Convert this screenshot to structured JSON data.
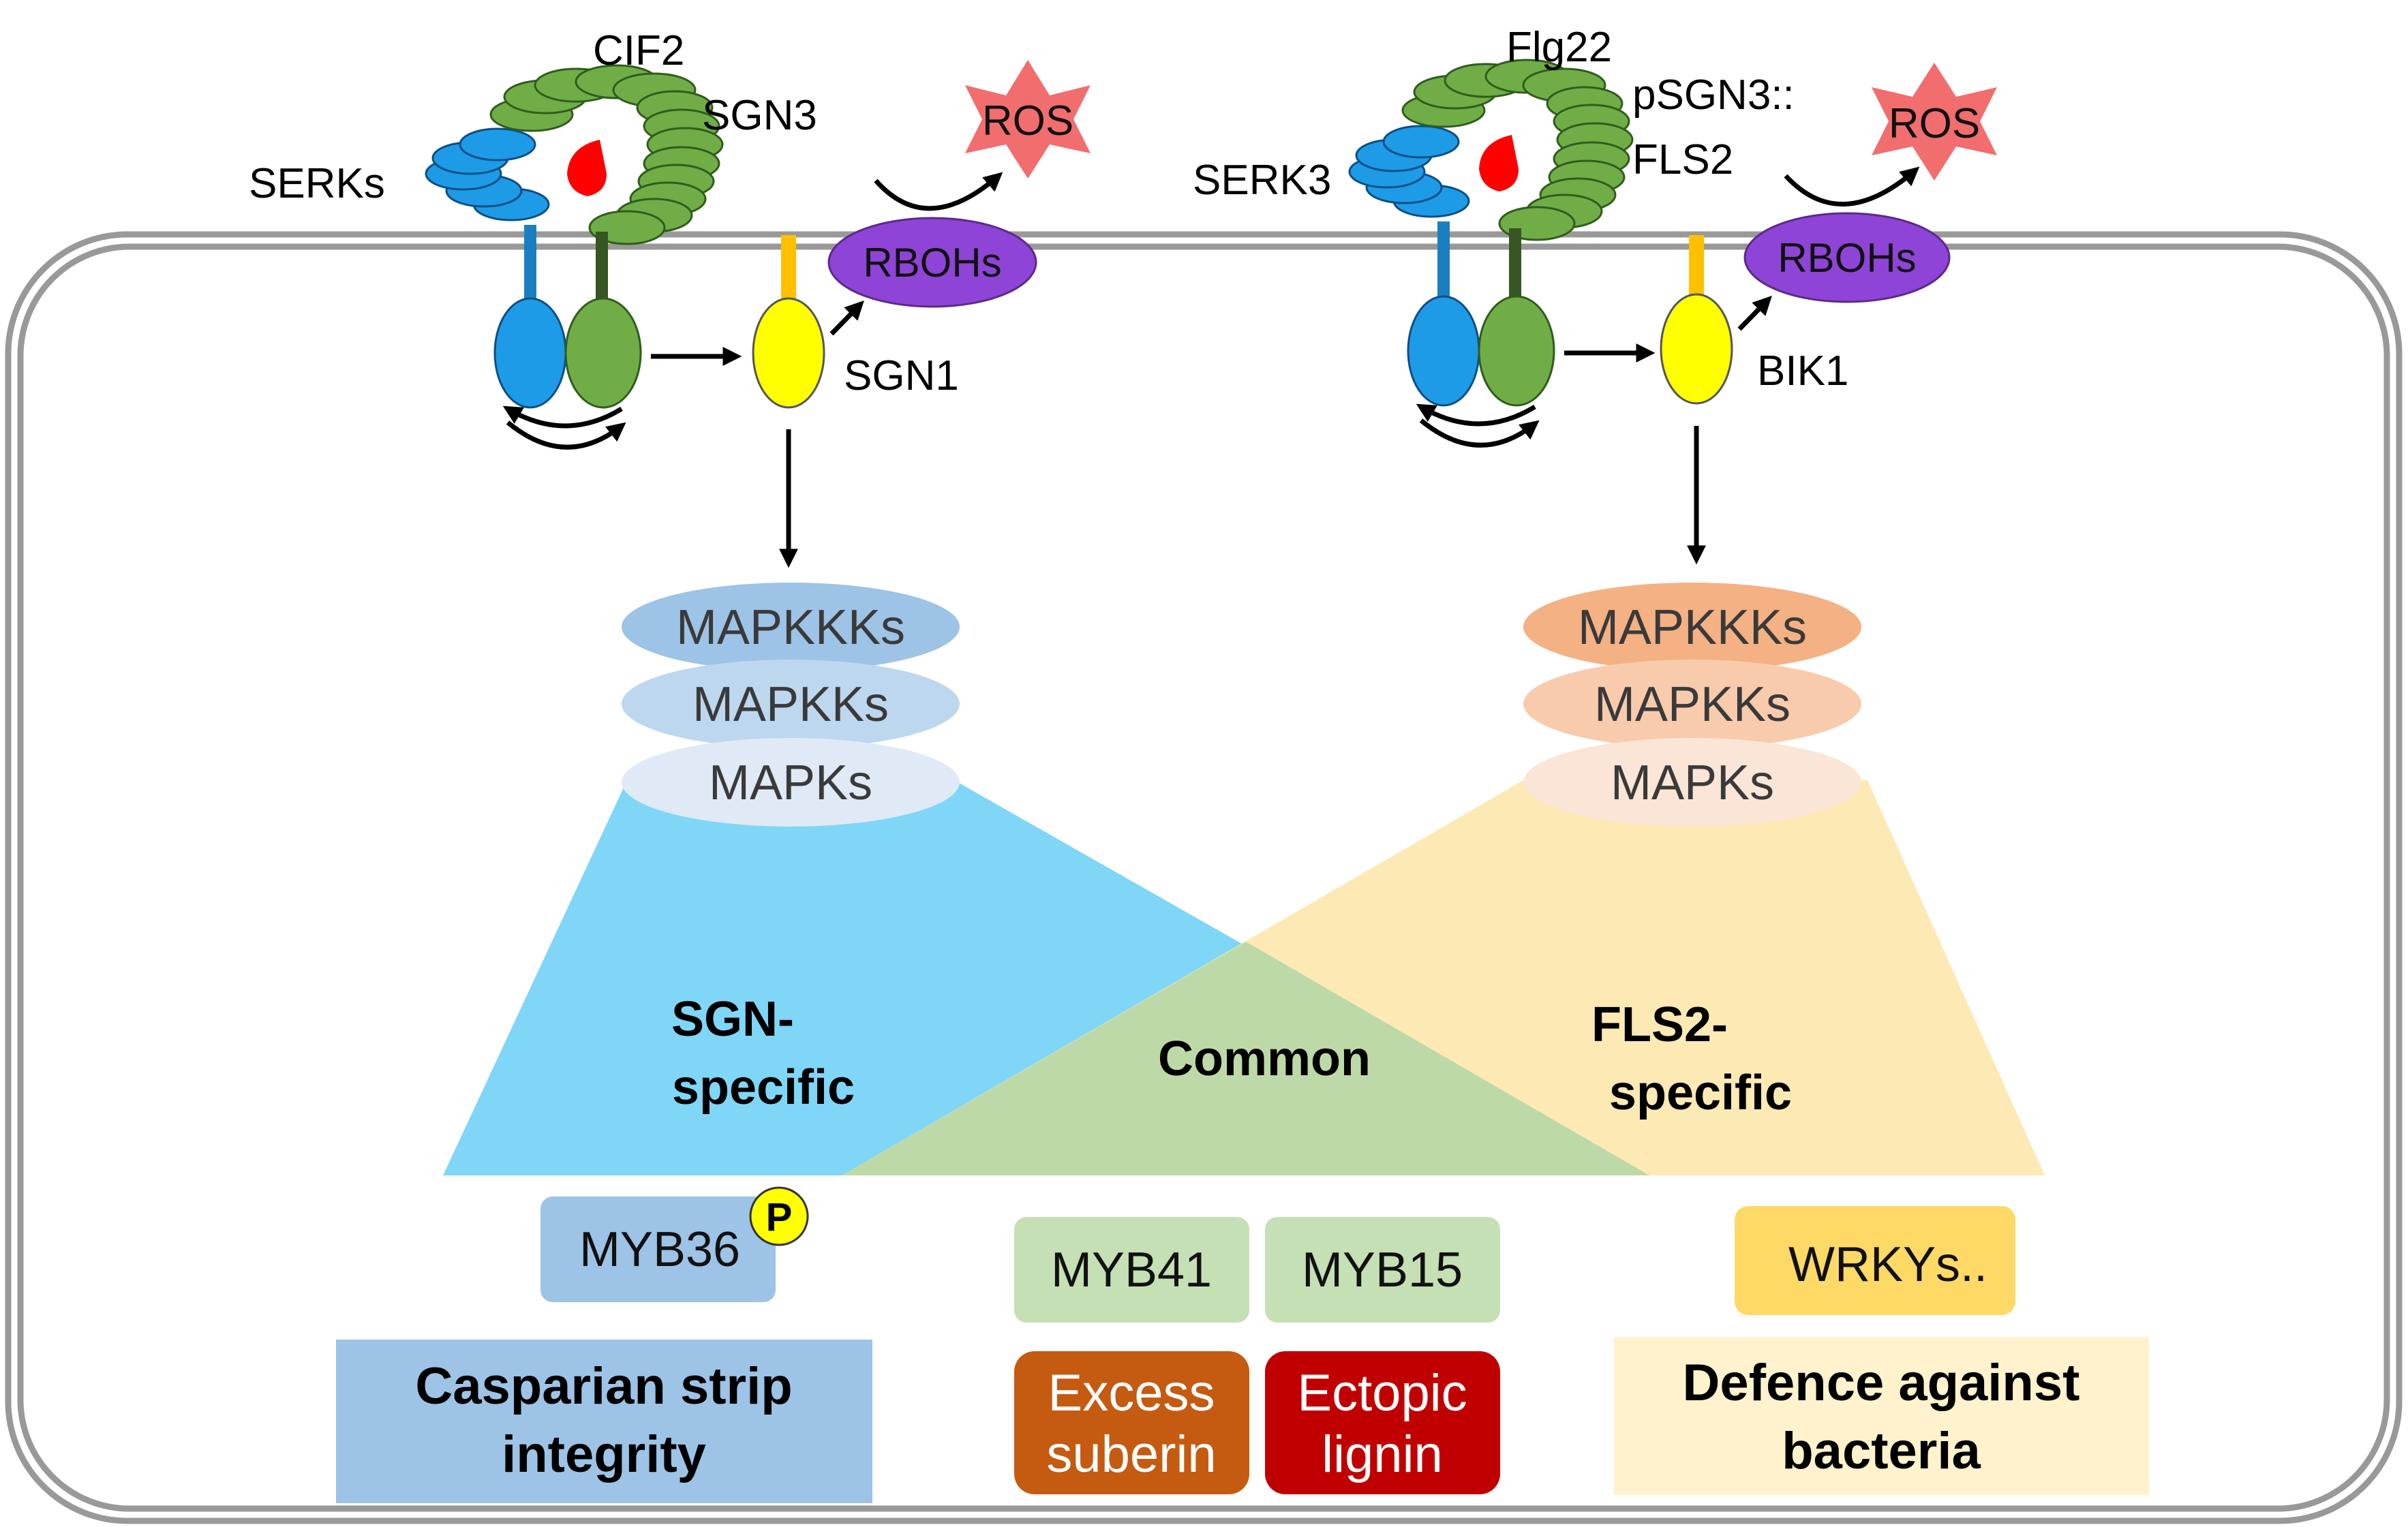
{
  "left_pathway": {
    "ligand_label": "CIF2",
    "receptor_label": "SGN3",
    "coreceptor_label": "SERKs",
    "kinase_label": "SGN1",
    "rboh_label": "RBOHs",
    "ros_label": "ROS",
    "mapk_cascade": [
      "MAPKKKs",
      "MAPKKs",
      "MAPKs"
    ],
    "region_label": [
      "SGN-",
      "specific"
    ],
    "tf_label": "MYB36",
    "phospho_label": "P",
    "outcome_label": [
      "Casparian strip",
      "integrity"
    ]
  },
  "right_pathway": {
    "ligand_label": "Flg22",
    "receptor_label": [
      "pSGN3::",
      "FLS2"
    ],
    "coreceptor_label": "SERK3",
    "kinase_label": "BIK1",
    "rboh_label": "RBOHs",
    "ros_label": "ROS",
    "mapk_cascade": [
      "MAPKKKs",
      "MAPKKs",
      "MAPKs"
    ],
    "region_label": [
      "FLS2-",
      "specific"
    ],
    "tf_label": "WRKYs..",
    "outcome_label": [
      "Defence against",
      "bacteria"
    ]
  },
  "common": {
    "region_label": "Common",
    "tf_labels": [
      "MYB41",
      "MYB15"
    ],
    "outcome_labels": [
      [
        "Excess",
        "suberin"
      ],
      [
        "Ectopic",
        "lignin"
      ]
    ]
  },
  "colors": {
    "lrr_green": "#70ad47",
    "serk_blue": "#1e9be6",
    "kinase_yellow": "#ffff00",
    "rboh_purple": "#8e44d6",
    "ros_red": "#f26d6d",
    "left_triangle": "#7fd6f7",
    "right_triangle": "#fde9b4",
    "overlap": "#bed9a8",
    "left_mapk": [
      "#9dc3e6",
      "#bdd7ee",
      "#dfeaf6"
    ],
    "right_mapk": [
      "#f4b183",
      "#f8cbad",
      "#fbe5d6"
    ],
    "myb36_box": "#9dc3e6",
    "common_tf_box": "#c5e0b4",
    "wrky_box": "#ffd966",
    "casparian_box": "#9dc3e6",
    "suberin_box": "#c55a11",
    "lignin_box": "#c00000",
    "defence_box": "#fff2cc"
  }
}
